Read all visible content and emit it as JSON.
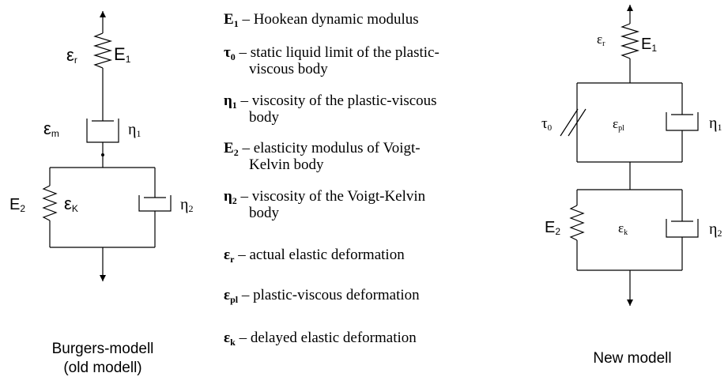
{
  "old_model": {
    "caption_line1": "Burgers-modell",
    "caption_line2": "(old modell)",
    "labels": {
      "eps_r": {
        "main": "ε",
        "sub": "r"
      },
      "e1": {
        "main": "E",
        "sub": "1"
      },
      "eps_m": {
        "main": "ε",
        "sub": "m"
      },
      "eta1": {
        "main": "η",
        "sub": "1"
      },
      "e2": {
        "main": "E",
        "sub": "2"
      },
      "eps_k": {
        "main": "ε",
        "sub": "K"
      },
      "eta2": {
        "main": "η",
        "sub": "2"
      }
    }
  },
  "new_model": {
    "caption": "New modell",
    "labels": {
      "eps_r": {
        "main": "ε",
        "sub": "r"
      },
      "e1": {
        "main": "E",
        "sub": "1"
      },
      "tau0": {
        "main": "τ",
        "sub": "0"
      },
      "eps_pl": {
        "main": "ε",
        "sub": "pl"
      },
      "eta1": {
        "main": "η",
        "sub": "1"
      },
      "e2": {
        "main": "E",
        "sub": "2"
      },
      "eps_k": {
        "main": "ε",
        "sub": "k"
      },
      "eta2": {
        "main": "η",
        "sub": "2"
      }
    }
  },
  "legend": [
    {
      "symbol": "E",
      "sub": "1",
      "line1": " – Hookean dynamic modulus",
      "line2": ""
    },
    {
      "symbol": "τ",
      "sub": "0",
      "line1": " – static liquid limit of the plastic-",
      "line2": "viscous body"
    },
    {
      "symbol": "η",
      "sub": "1",
      "line1": " – viscosity of the plastic-viscous",
      "line2": "body"
    },
    {
      "symbol": "E",
      "sub": "2",
      "line1": " – elasticity modulus of  Voigt-",
      "line2": "Kelvin body"
    },
    {
      "symbol": "η",
      "sub": "2",
      "line1": " – viscosity of the Voigt-Kelvin",
      "line2": "body"
    },
    {
      "symbol": "ε",
      "sub": "r",
      "line1": " – actual elastic deformation",
      "line2": ""
    },
    {
      "symbol": "ε",
      "sub": "pl",
      "line1": " – plastic-viscous deformation",
      "line2": ""
    },
    {
      "symbol": "ε",
      "sub": "k",
      "line1": " – delayed elastic deformation",
      "line2": ""
    }
  ]
}
